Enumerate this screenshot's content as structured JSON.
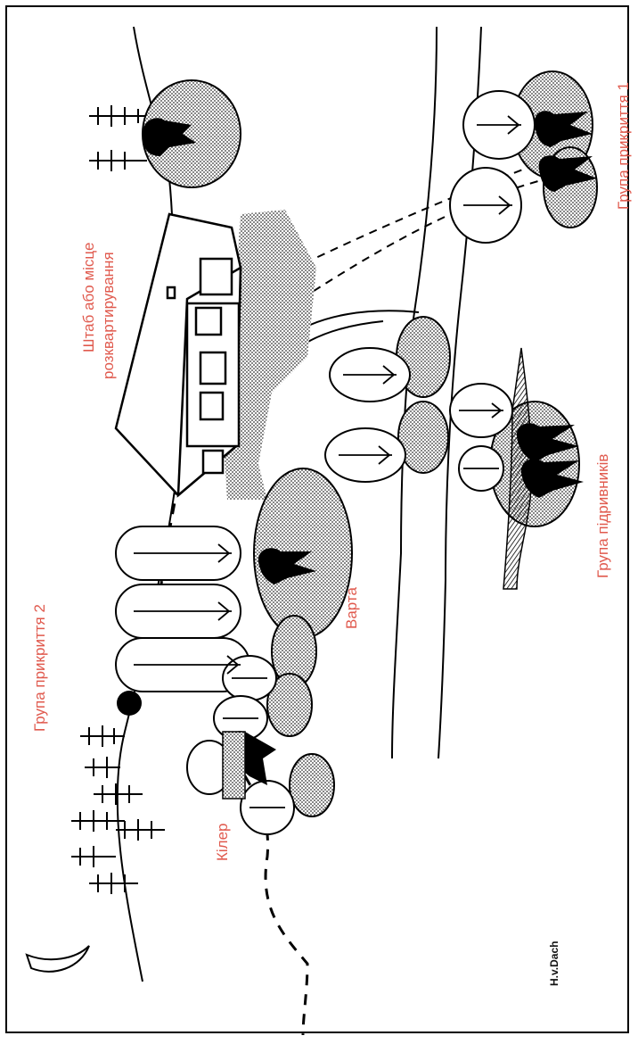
{
  "labels": {
    "hq": "Штаб або місце",
    "hq2": "розквартирування",
    "cover1": "Група прикриття 1",
    "cover2": "Група прикриття 2",
    "guard": "Варта",
    "blasters": "Група підривників",
    "killer": "Кілер"
  },
  "signature": "H.v.Dach",
  "colors": {
    "label": "#e05a4e",
    "ink": "#000000"
  }
}
